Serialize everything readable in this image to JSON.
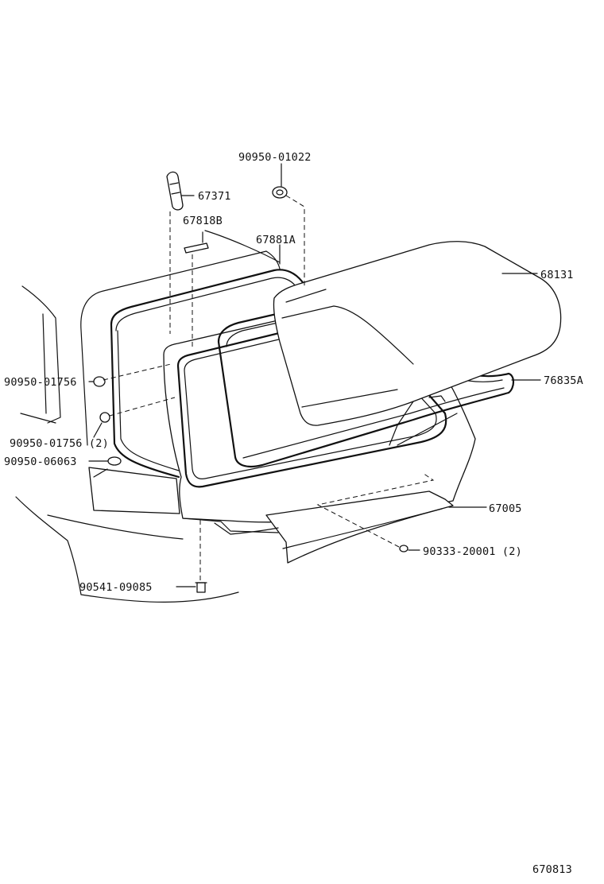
{
  "diagram": {
    "figure_number": "670813",
    "callouts": [
      {
        "id": "washer_top",
        "text": "90950-01022"
      },
      {
        "id": "handle",
        "text": "67371"
      },
      {
        "id": "plate",
        "text": "67818B"
      },
      {
        "id": "weatherstrip",
        "text": "67881A"
      },
      {
        "id": "glass",
        "text": "68131"
      },
      {
        "id": "spoiler_seal",
        "text": "76835A"
      },
      {
        "id": "plug_1",
        "text": "90950-01756"
      },
      {
        "id": "plug_2",
        "text": "90950-01756 (2)"
      },
      {
        "id": "plug_3",
        "text": "90950-06063"
      },
      {
        "id": "door_panel",
        "text": "67005"
      },
      {
        "id": "clip",
        "text": "90333-20001 (2)"
      },
      {
        "id": "bolt",
        "text": "90541-09085"
      }
    ]
  }
}
